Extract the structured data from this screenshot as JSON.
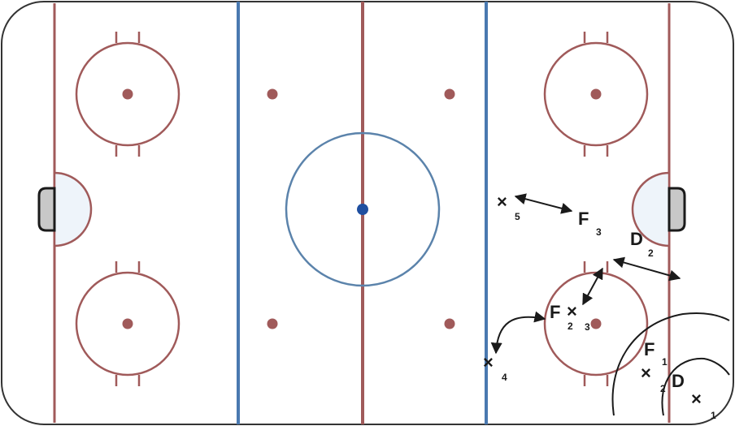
{
  "colors": {
    "board": "#333333",
    "red_line": "#a05a5a",
    "blue_line": "#4a79b0",
    "center_circle": "#5b83ab",
    "center_dot": "#1f4fa0",
    "crease_fill": "#eef4fa",
    "net_fill": "#c8c8c8",
    "ink": "#1a1a1a"
  },
  "players": [
    {
      "id": "x5",
      "symbol": "×",
      "sub": "5"
    },
    {
      "id": "x4",
      "symbol": "×",
      "sub": "4"
    },
    {
      "id": "x3",
      "symbol": "×",
      "sub": "3"
    },
    {
      "id": "x2",
      "symbol": "×",
      "sub": "2"
    },
    {
      "id": "x1",
      "symbol": "×",
      "sub": "1"
    },
    {
      "id": "f3",
      "symbol": "F",
      "sub": "3"
    },
    {
      "id": "f2",
      "symbol": "F",
      "sub": "2"
    },
    {
      "id": "f1",
      "symbol": "F",
      "sub": "1"
    },
    {
      "id": "d2",
      "symbol": "D",
      "sub": "2"
    },
    {
      "id": "d1",
      "symbol": "D",
      "sub": ""
    }
  ]
}
